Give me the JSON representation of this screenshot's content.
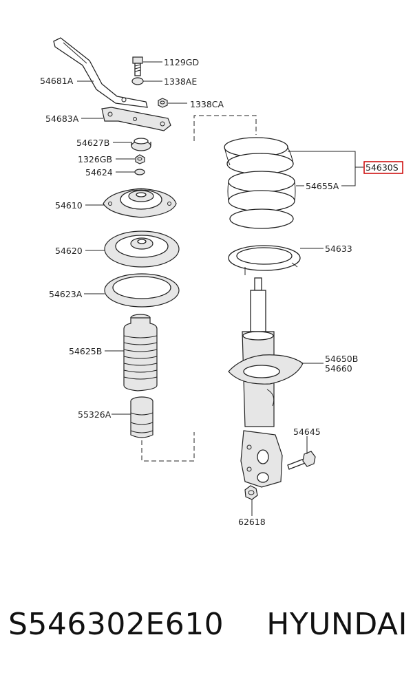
{
  "labels": {
    "p1129GD": "1129GD",
    "p1338AE": "1338AE",
    "p1338CA": "1338CA",
    "p54681A": "54681A",
    "p54683A": "54683A",
    "p54627B": "54627B",
    "p1326GB": "1326GB",
    "p54624": "54624",
    "p54610": "54610",
    "p54620": "54620",
    "p54623A": "54623A",
    "p54625B": "54625B",
    "p55326A": "55326A",
    "p54630S": "54630S",
    "p54655A": "54655A",
    "p54633": "54633",
    "p54650B": "54650B",
    "p54660": "54660",
    "p54645": "54645",
    "p62618": "62618"
  },
  "highlight_color": "#cc0000",
  "footer": {
    "part_number": "S546302E610",
    "brand": "HYUNDAI"
  }
}
